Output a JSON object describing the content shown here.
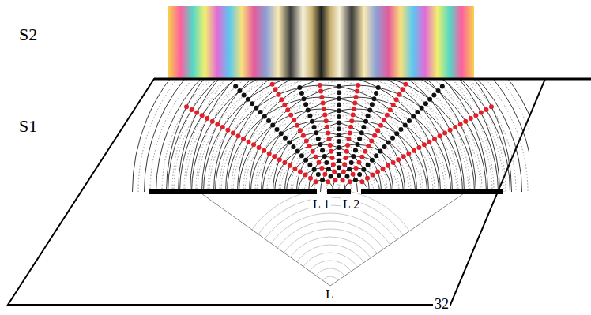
{
  "diagram": {
    "labels": [
      "S2",
      "S1",
      "L 1",
      "L 2",
      "L",
      "32"
    ]
  }
}
